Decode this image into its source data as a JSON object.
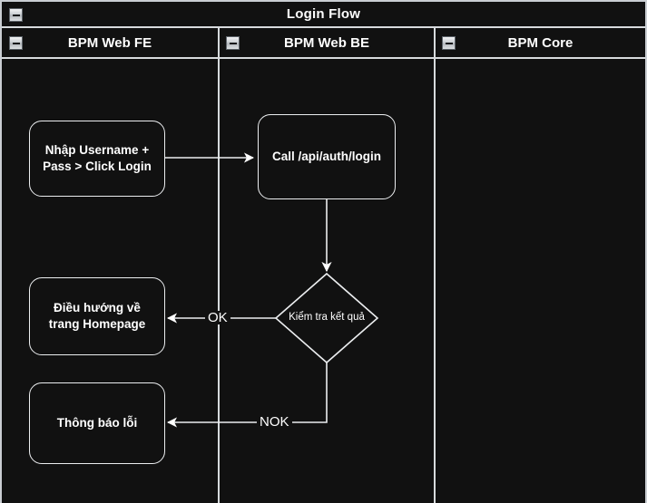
{
  "diagram": {
    "pool_title": "Login Flow",
    "collapse_icon": "collapse-minus-icon",
    "lanes": [
      {
        "id": "fe",
        "label": "BPM Web FE"
      },
      {
        "id": "be",
        "label": "BPM Web BE"
      },
      {
        "id": "core",
        "label": "BPM Core"
      }
    ],
    "nodes": [
      {
        "id": "n1",
        "lane": "fe",
        "type": "task",
        "label": "Nhập Username + Pass > Click Login"
      },
      {
        "id": "n2",
        "lane": "be",
        "type": "task",
        "label": "Call /api/auth/login"
      },
      {
        "id": "n3",
        "lane": "be",
        "type": "decision",
        "label": "Kiểm tra kết quả"
      },
      {
        "id": "n4",
        "lane": "fe",
        "type": "task",
        "label": "Điều hướng về trang Homepage"
      },
      {
        "id": "n5",
        "lane": "fe",
        "type": "task",
        "label": "Thông báo lỗi"
      }
    ],
    "edges": [
      {
        "id": "e1",
        "from": "n1",
        "to": "n2",
        "label": ""
      },
      {
        "id": "e2",
        "from": "n2",
        "to": "n3",
        "label": ""
      },
      {
        "id": "e3",
        "from": "n3",
        "to": "n4",
        "label": "OK"
      },
      {
        "id": "e4",
        "from": "n3",
        "to": "n5",
        "label": "NOK"
      }
    ],
    "colors": {
      "background": "#111111",
      "stroke": "#eceef0",
      "text": "#ffffff",
      "border": "#d7dadd"
    }
  }
}
